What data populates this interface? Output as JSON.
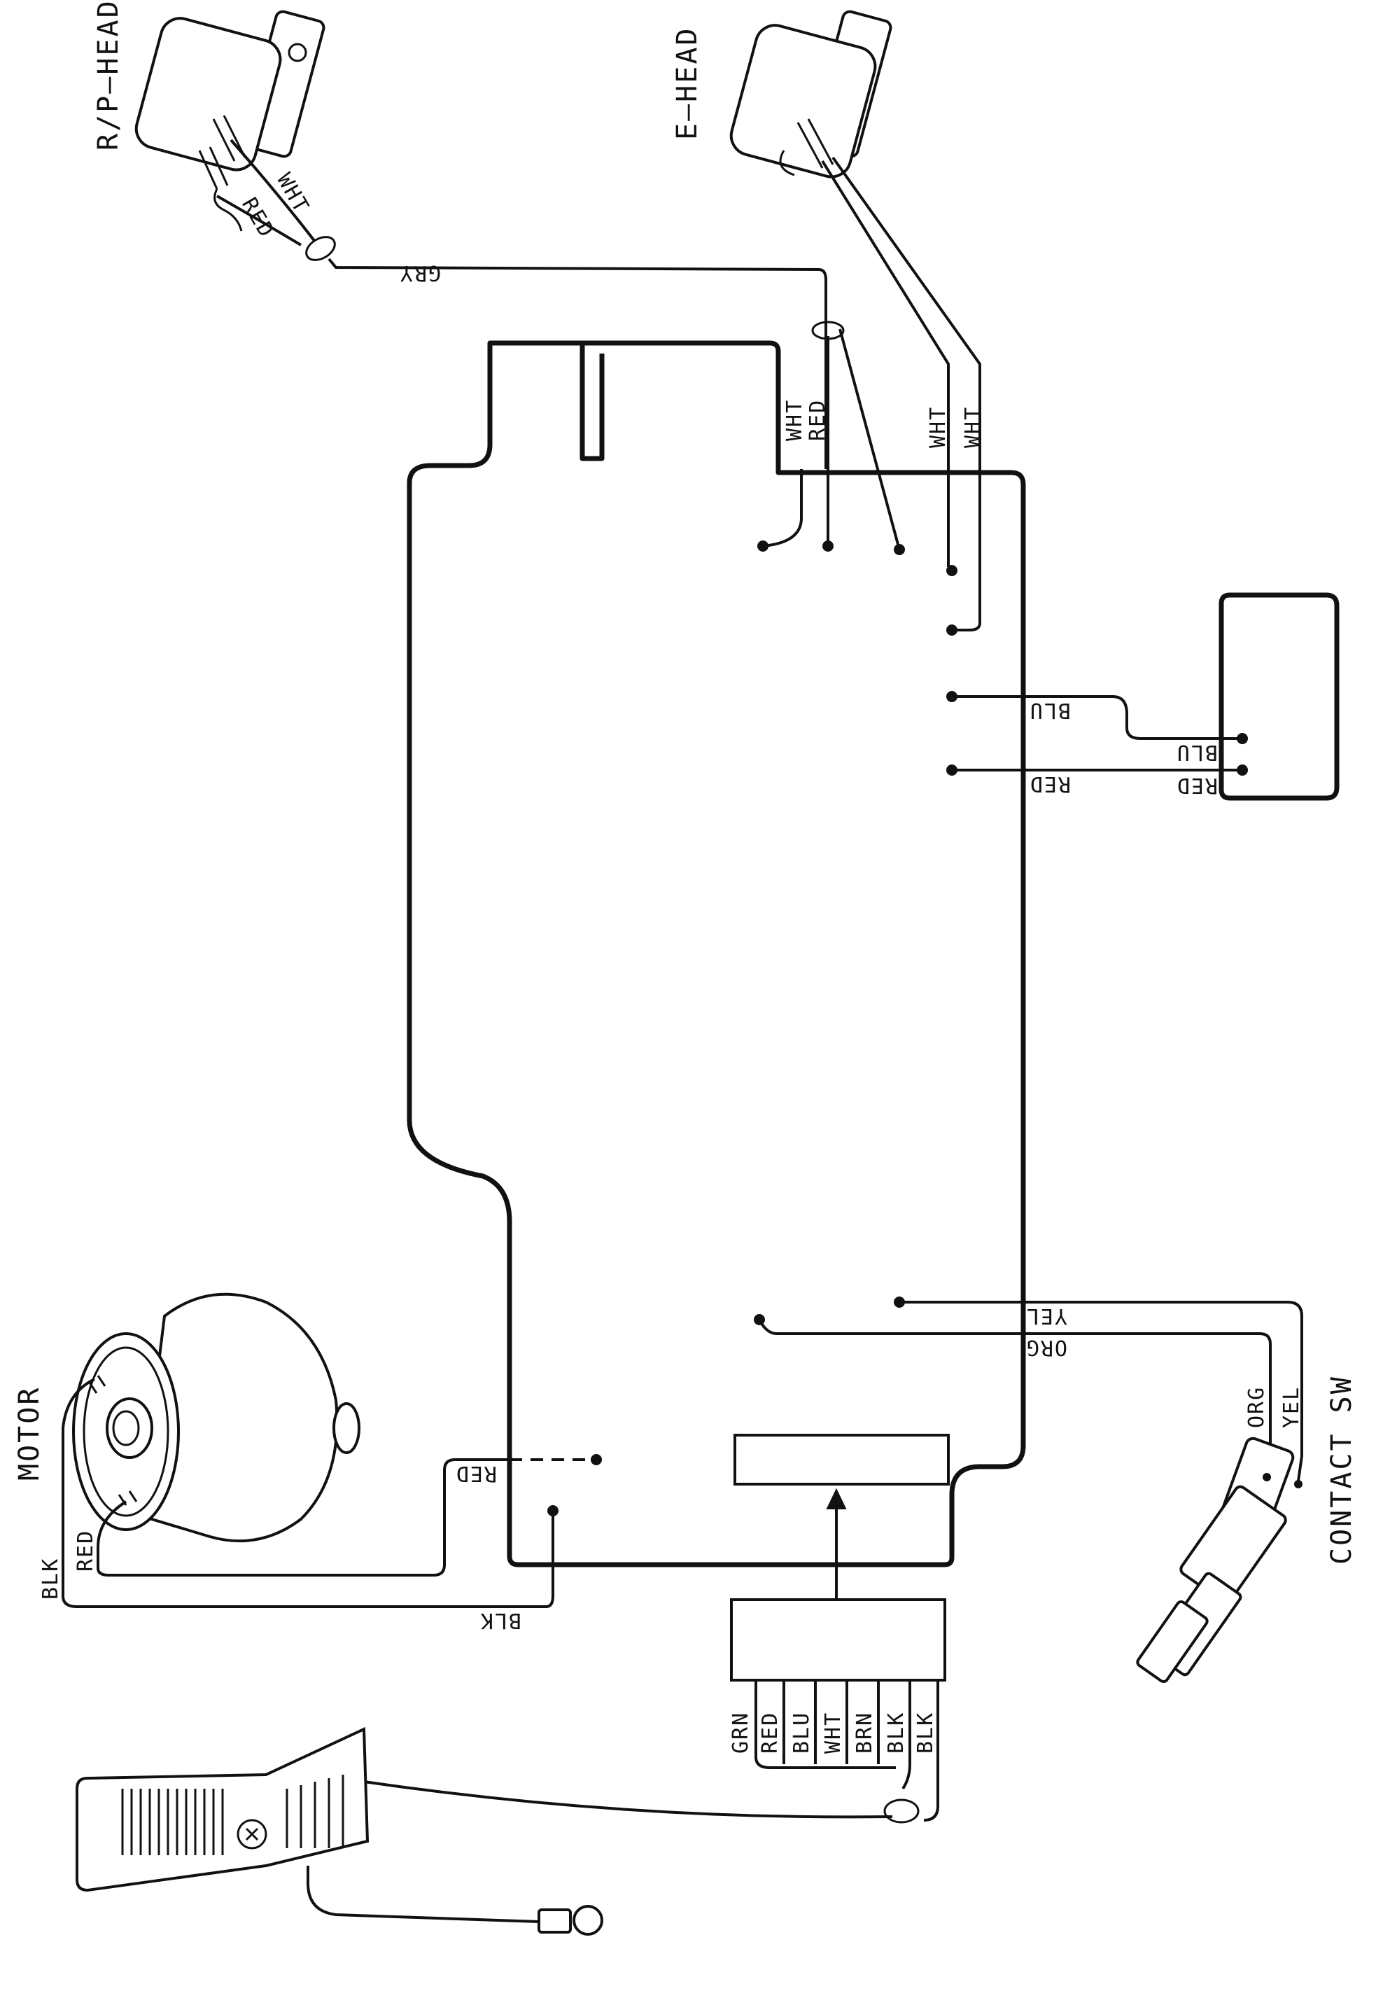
{
  "components": {
    "rp_head": "R/P—HEAD",
    "e_head": "E—HEAD",
    "motor": "MOTOR",
    "contact_sw": "CONTACT SW"
  },
  "wires": {
    "rp_wht": "WHT",
    "rp_red": "RED",
    "gry": "GRY",
    "pcb_wht": "WHT",
    "pcb_red": "RED",
    "ehead_wht_1": "WHT",
    "ehead_wht_2": "WHT",
    "blu_board": "BLU",
    "blu_right": "BLU",
    "red_board": "RED",
    "red_right": "RED",
    "yel_board": "YEL",
    "org_board": "ORG",
    "org_sw": "ORG",
    "yel_sw": "YEL",
    "motor_red_board": "RED",
    "motor_blk": "BLK",
    "motor_red": "RED",
    "blk_bottom": "BLK"
  },
  "cable_labels": [
    "GRN",
    "RED",
    "BLU",
    "WHT",
    "BRN",
    "BLK",
    "BLK"
  ]
}
